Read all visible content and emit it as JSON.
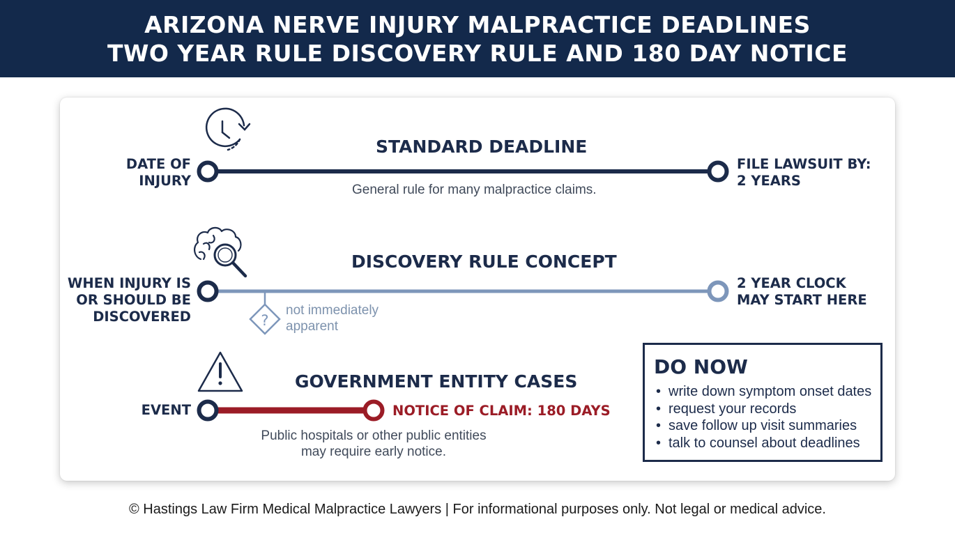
{
  "banner": {
    "line1": "ARIZONA NERVE INJURY MALPRACTICE DEADLINES",
    "line2": "TWO YEAR RULE DISCOVERY RULE AND 180 DAY NOTICE"
  },
  "standard": {
    "heading": "STANDARD DEADLINE",
    "icon": "clock-icon",
    "start_label": [
      "DATE OF",
      "INJURY"
    ],
    "end_label": [
      "FILE LAWSUIT BY:",
      "2 YEARS"
    ],
    "caption": "General rule for many malpractice claims."
  },
  "discovery": {
    "heading": "DISCOVERY RULE CONCEPT",
    "icon": "brain-magnifier-icon",
    "start_label": [
      "WHEN INJURY IS",
      "OR SHOULD BE",
      "DISCOVERED"
    ],
    "end_label": [
      "2 YEAR CLOCK",
      "MAY START HERE"
    ],
    "marker_icon": "question-diamond-icon",
    "marker_glyph": "?",
    "note": [
      "not immediately",
      "apparent"
    ]
  },
  "government": {
    "heading": "GOVERNMENT ENTITY CASES",
    "icon": "warning-triangle-icon",
    "start_label": "EVENT",
    "notice_label": "NOTICE OF CLAIM: 180 DAYS",
    "caption": [
      "Public hospitals or other public entities",
      "may require early notice."
    ]
  },
  "do_now": {
    "title": "DO NOW",
    "items": [
      "write down symptom onset dates",
      "request your records",
      "save follow up visit summaries",
      "talk to counsel about deadlines"
    ]
  },
  "footer": "© Hastings Law Firm Medical Malpractice Lawyers | For informational purposes only. Not legal or medical advice.",
  "colors": {
    "navy": "#13294b",
    "steel_blue": "#7d96ba",
    "red": "#9b1c26"
  }
}
